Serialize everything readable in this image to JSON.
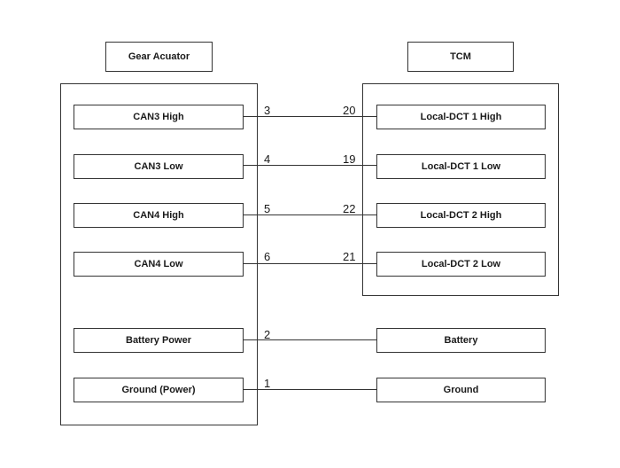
{
  "left_component": {
    "title": "Gear Acuator",
    "terminals": [
      {
        "label": "CAN3 High",
        "pin": "3"
      },
      {
        "label": "CAN3 Low",
        "pin": "4"
      },
      {
        "label": "CAN4 High",
        "pin": "5"
      },
      {
        "label": "CAN4 Low",
        "pin": "6"
      },
      {
        "label": "Battery Power",
        "pin": "2"
      },
      {
        "label": "Ground (Power)",
        "pin": "1"
      }
    ]
  },
  "right_component": {
    "title": "TCM",
    "terminals": [
      {
        "label": "Local-DCT 1 High",
        "pin": "20"
      },
      {
        "label": "Local-DCT 1 Low",
        "pin": "19"
      },
      {
        "label": "Local-DCT 2 High",
        "pin": "22"
      },
      {
        "label": "Local-DCT 2 Low",
        "pin": "21"
      }
    ]
  },
  "external": [
    {
      "label": "Battery"
    },
    {
      "label": "Ground"
    }
  ]
}
